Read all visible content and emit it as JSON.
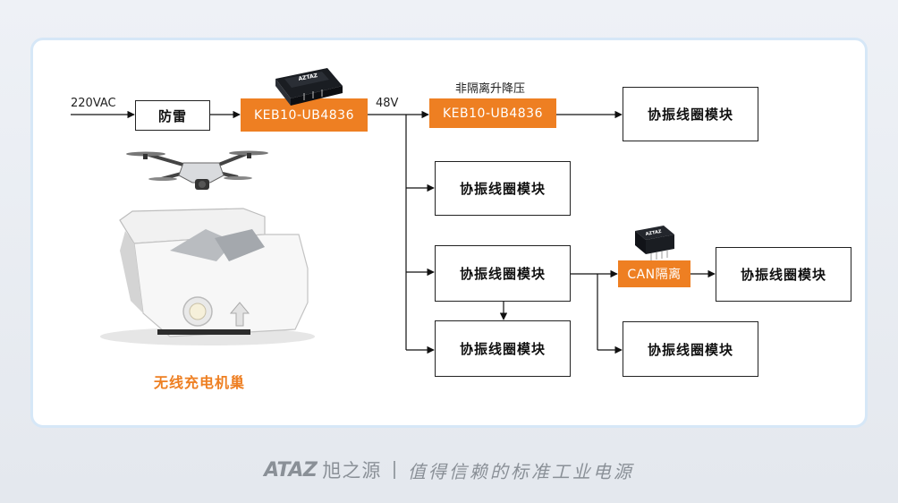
{
  "labels": {
    "input_voltage": "220VAC",
    "bus_voltage": "48V",
    "converter_note": "非隔离升降压",
    "caption": "无线充电机巢"
  },
  "blocks": {
    "surge": "防雷",
    "isolated_converter": "KEB10-UB4836",
    "buck_boost_converter": "KEB10-UB4836",
    "can_isolation": "CAN隔离",
    "module_1": "协振线圈模块",
    "module_2": "协振线圈模块",
    "module_3": "协振线圈模块",
    "module_4": "协振线圈模块",
    "module_5": "协振线圈模块",
    "module_6": "协振线圈模块"
  },
  "product_marks": {
    "big_module_logo": "AZTAZ",
    "small_module_logo": "AZTAZ"
  },
  "footer": {
    "brand_en": "ATAZ",
    "brand_cn": "旭之源",
    "slogan": "值得信赖的标准工业电源"
  },
  "colors": {
    "accent": "#ee7f22",
    "card_border": "#d6e7f7",
    "footer_text": "#8a9097"
  }
}
